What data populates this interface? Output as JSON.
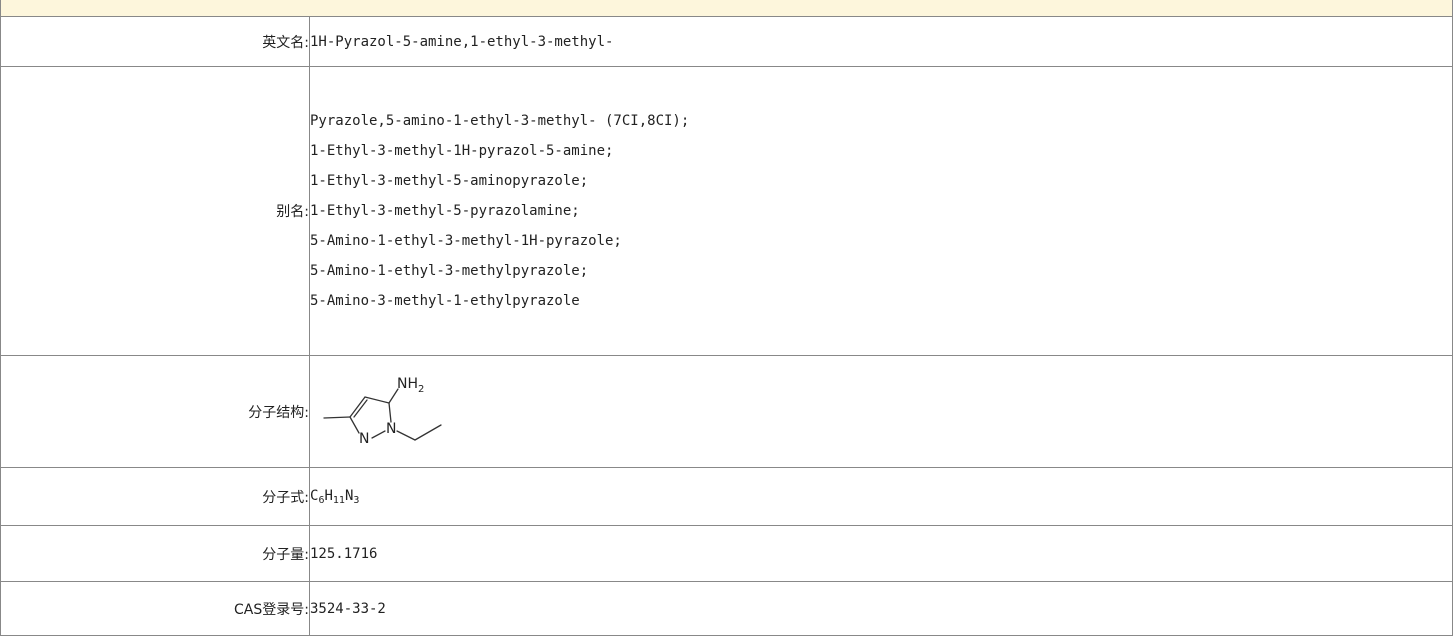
{
  "rows": {
    "english_name": {
      "label": "英文名:",
      "value": "1H-Pyrazol-5-amine,1-ethyl-3-methyl-"
    },
    "aliases": {
      "label": "别名:",
      "items": [
        "Pyrazole,5-amino-1-ethyl-3-methyl- (7CI,8CI);",
        "1-Ethyl-3-methyl-1H-pyrazol-5-amine;",
        "1-Ethyl-3-methyl-5-aminopyrazole;",
        "1-Ethyl-3-methyl-5-pyrazolamine;",
        "5-Amino-1-ethyl-3-methyl-1H-pyrazole;",
        "5-Amino-1-ethyl-3-methylpyrazole;",
        "5-Amino-3-methyl-1-ethylpyrazole"
      ]
    },
    "structure": {
      "label": "分子结构:",
      "atoms": {
        "nh2_N": "NH",
        "nh2_sub": "2",
        "n1": "N",
        "n2": "N"
      }
    },
    "formula": {
      "label": "分子式:",
      "parts": [
        {
          "el": "C",
          "n": "6"
        },
        {
          "el": "H",
          "n": "11"
        },
        {
          "el": "N",
          "n": "3"
        }
      ]
    },
    "weight": {
      "label": "分子量:",
      "value": "125.1716"
    },
    "cas": {
      "label": "CAS登录号:",
      "value": "3524-33-2"
    }
  }
}
